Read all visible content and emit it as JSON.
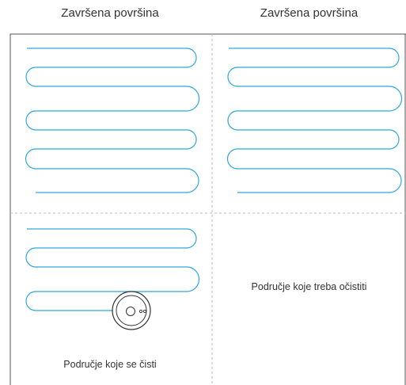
{
  "labels": {
    "top_left": "Završena površina",
    "top_right": "Završena površina",
    "bottom_right": "Područje koje treba očistiti",
    "bottom_left": "Područje koje se čisti"
  },
  "colors": {
    "path": "#2ea8d8",
    "frame": "#555555",
    "divider": "#bbbbbb",
    "robot": "#333333"
  },
  "icons": {
    "robot": "robot-vacuum-icon"
  }
}
